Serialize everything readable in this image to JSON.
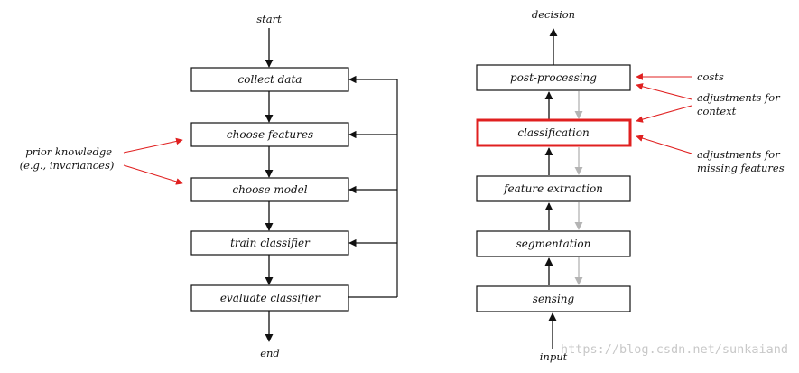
{
  "left_flow": {
    "start_label": "start",
    "end_label": "end",
    "steps": [
      "collect data",
      "choose features",
      "choose model",
      "train classifier",
      "evaluate classifier"
    ],
    "side_note": [
      "prior knowledge",
      "(e.g., invariances)"
    ]
  },
  "right_flow": {
    "input_label": "input",
    "output_label": "decision",
    "stages": [
      "sensing",
      "segmentation",
      "feature extraction",
      "classification",
      "post-processing"
    ],
    "highlighted_stage": "classification",
    "annotations": {
      "costs": [
        "costs"
      ],
      "context": [
        "adjustments for",
        "context"
      ],
      "missing": [
        "adjustments for",
        "missing features"
      ]
    }
  },
  "watermark": "https://blog.csdn.net/sunkaiand",
  "colors": {
    "line": "#111111",
    "accent_red": "#e02020",
    "feedback_gray": "#b4b4b4",
    "watermark": "#c8c8c8"
  }
}
